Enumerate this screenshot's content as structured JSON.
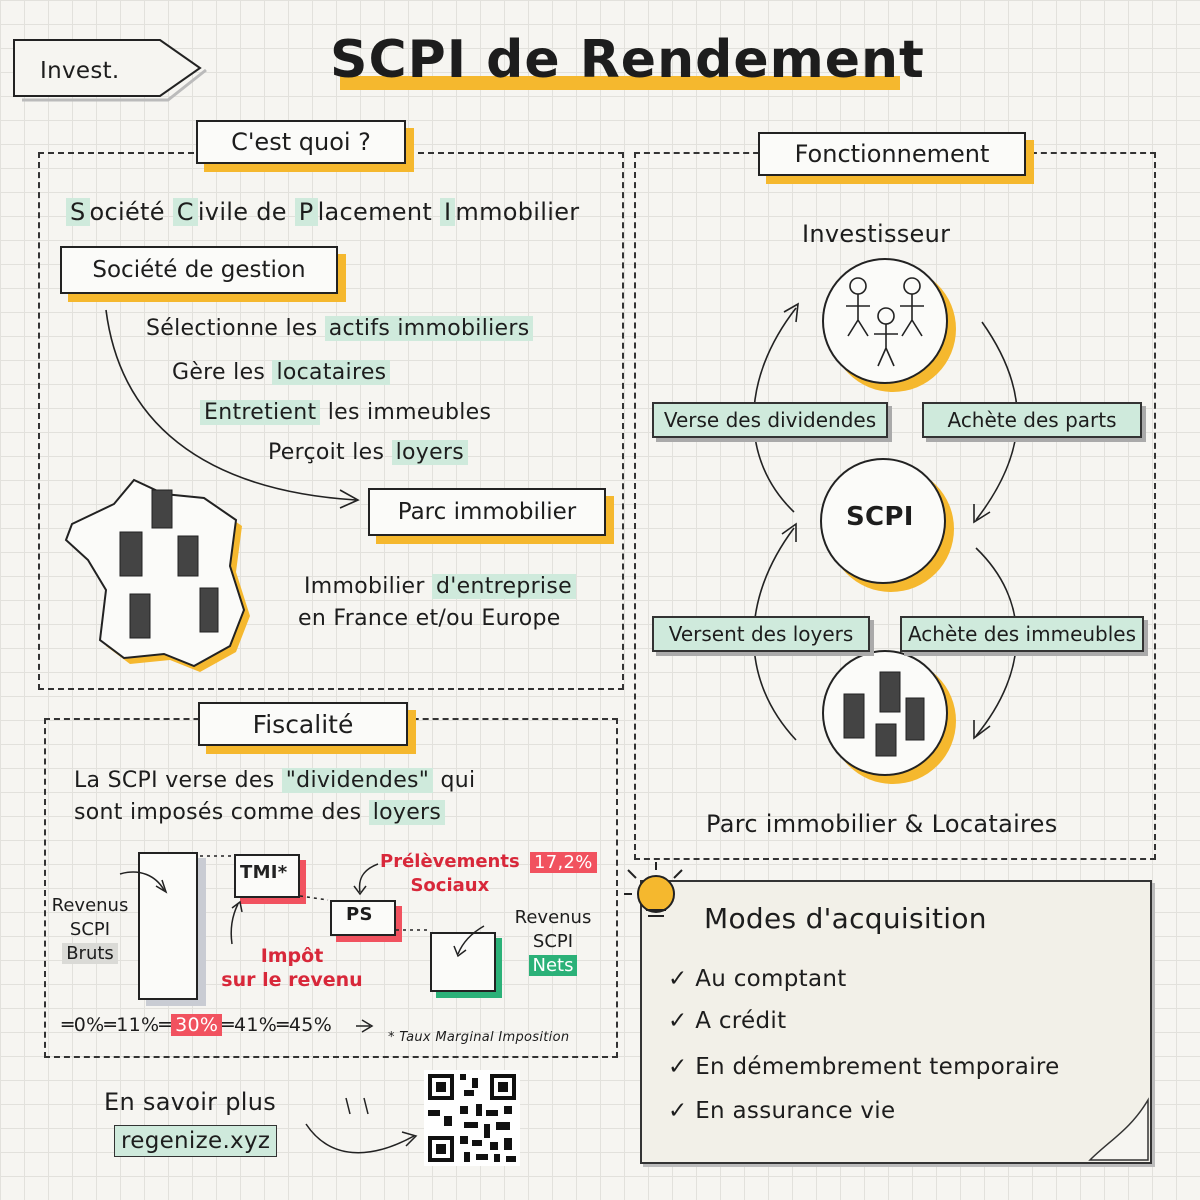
{
  "header": {
    "tag": "Invest.",
    "title": "SCPI de Rendement"
  },
  "cest_quoi": {
    "heading": "C'est quoi ?",
    "acronym": [
      {
        "initial": "S",
        "rest": "ociété"
      },
      {
        "initial": "C",
        "rest": "ivile de"
      },
      {
        "initial": "P",
        "rest": "lacement"
      },
      {
        "initial": "I",
        "rest": "mmobilier"
      }
    ],
    "manager_box": "Société de gestion",
    "tasks": [
      {
        "pre": "Sélectionne les",
        "hl": "actifs immobiliers"
      },
      {
        "pre": "Gère les",
        "hl": "locataires"
      },
      {
        "hl": "Entretient",
        "post": "les immeubles"
      },
      {
        "pre": "Perçoit les",
        "hl": "loyers"
      }
    ],
    "parc_box": "Parc immobilier",
    "scope_line1_pre": "Immobilier",
    "scope_line1_hl": "d'entreprise",
    "scope_line2": "en France et/ou Europe"
  },
  "fonctionnement": {
    "heading": "Fonctionnement",
    "top_label": "Investisseur",
    "center_label": "SCPI",
    "bottom_label": "Parc immobilier & Locataires",
    "flows": {
      "verse_dividendes": "Verse des dividendes",
      "achete_parts": "Achète des parts",
      "versent_loyers": "Versent des loyers",
      "achete_immeubles": "Achète des immeubles"
    }
  },
  "fiscalite": {
    "heading": "Fiscalité",
    "line1_pre": "La SCPI verse des",
    "line1_hl": "\"dividendes\"",
    "line1_post": "qui",
    "line2_pre": "sont imposés comme des",
    "line2_hl": "loyers",
    "revenus_bruts": [
      "Revenus",
      "SCPI",
      "Bruts"
    ],
    "tmi_label": "TMI*",
    "ps_label": "PS",
    "prelevements": [
      "Prélèvements",
      "Sociaux"
    ],
    "ps_rate": "17,2%",
    "impot": [
      "Impôt",
      "sur le revenu"
    ],
    "revenus_nets": [
      "Revenus",
      "SCPI",
      "Nets"
    ],
    "tmi_scale": [
      "0%",
      "11%",
      "30%",
      "41%",
      "45%"
    ],
    "tmi_scale_highlight_index": 2,
    "footnote": "* Taux Marginal Imposition"
  },
  "modes": {
    "heading": "Modes d'acquisition",
    "items": [
      "Au comptant",
      "A crédit",
      "En démembrement temporaire",
      "En assurance vie"
    ]
  },
  "footer": {
    "more_label": "En savoir plus",
    "link": "regenize.xyz"
  },
  "colors": {
    "accent_yellow": "#f5b82e",
    "highlight_green": "#cfeadc",
    "red": "#f1525f",
    "green": "#2bb178"
  }
}
